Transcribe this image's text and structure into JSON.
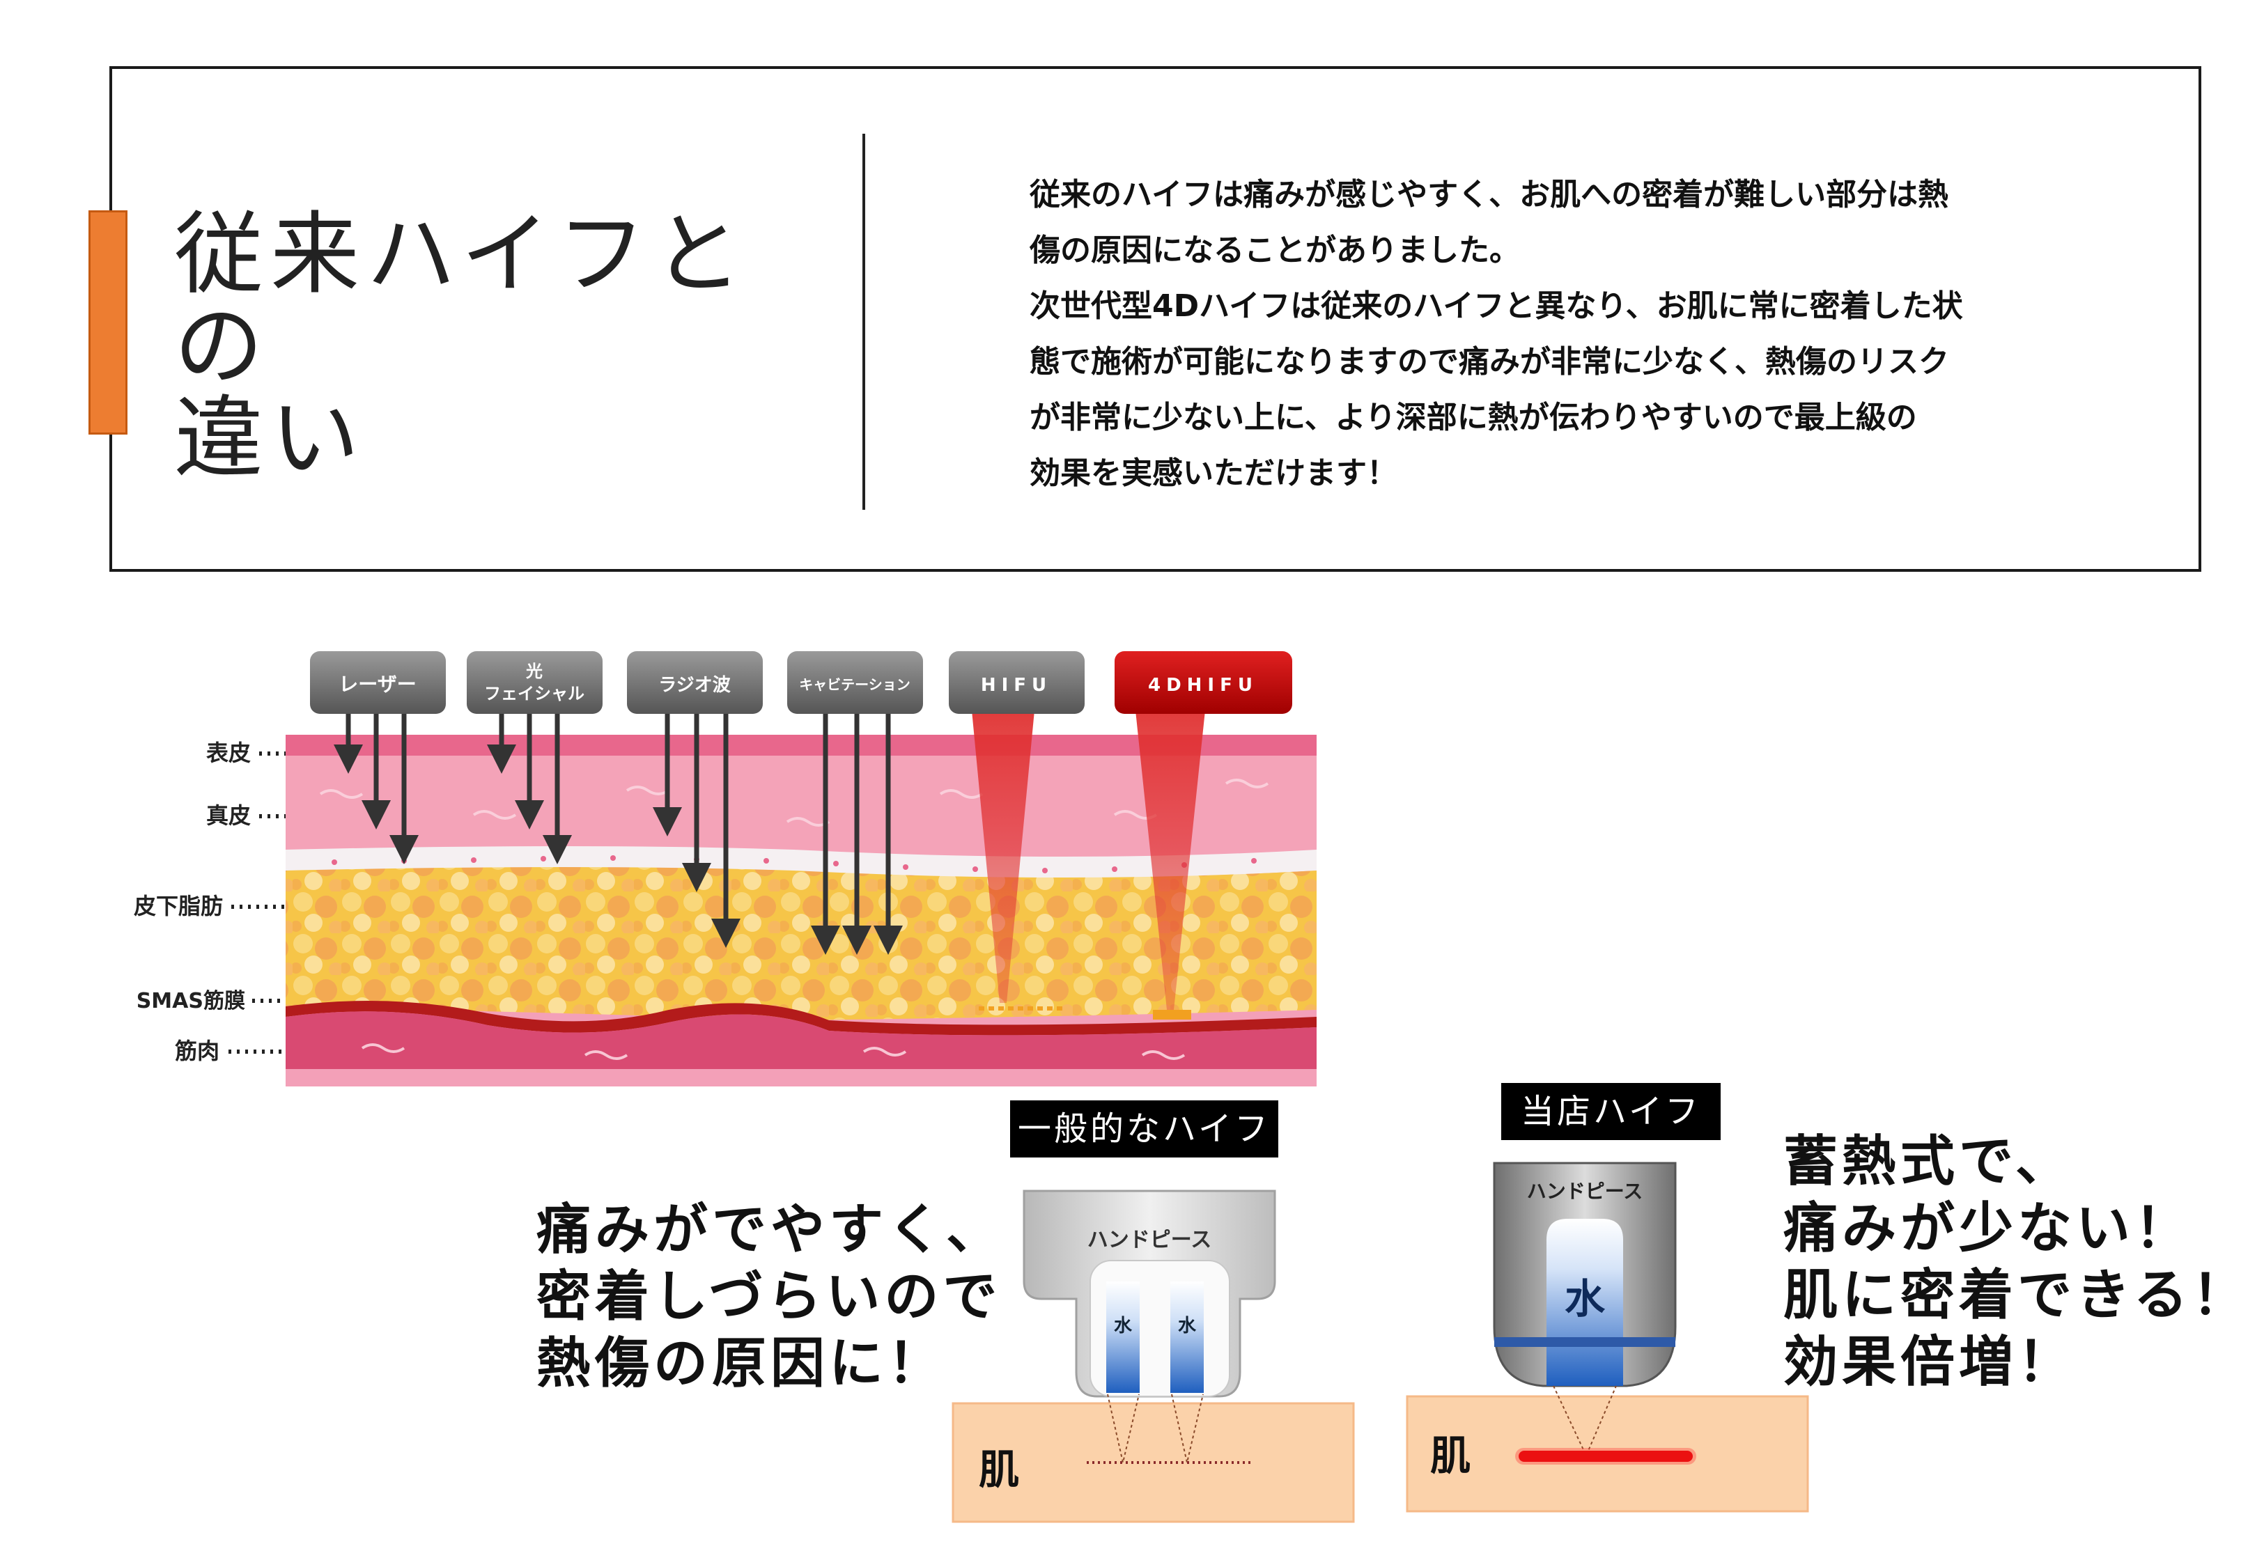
{
  "header": {
    "title_line1": "従来ハイフとの",
    "title_line2": "違い",
    "intro_lines": [
      "従来のハイフは痛みが感じやすく、お肌への密着が難しい部分は熱",
      "傷の原因になることがありました。",
      "次世代型4Dハイフは従来のハイフと異なり、お肌に常に密着した状",
      "態で施術が可能になりますので痛みが非常に少なく、熱傷のリスク",
      "が非常に少ない上に、より深部に熱が伝わりやすいので最上級の",
      "効果を実感いただけます！"
    ]
  },
  "diagram": {
    "layers": {
      "epidermis": "表皮",
      "dermis": "真皮",
      "fat": "皮下脂肪",
      "smas": "SMAS筋膜",
      "muscle": "筋肉"
    },
    "methods": {
      "laser": "レーザー",
      "light_line1": "光",
      "light_line2": "フェイシャル",
      "radio": "ラジオ波",
      "cavitation": "キャビテーション",
      "hifu": "HIFU",
      "hifu4d": "4DHIFU"
    }
  },
  "comparison": {
    "general": {
      "label": "一般的なハイフ",
      "handpiece": "ハンドピース",
      "water": "水",
      "skin": "肌",
      "caption": [
        "痛みがでやすく、",
        "密着しづらいので",
        "熱傷の原因に！"
      ]
    },
    "store": {
      "label": "当店ハイフ",
      "handpiece": "ハンドピース",
      "water": "水",
      "skin": "肌",
      "caption": [
        "蓄熱式で、",
        "痛みが少ない！",
        "肌に密着できる！",
        "効果倍増！"
      ]
    }
  },
  "colors": {
    "accent": "#ed7d31",
    "hifu4d_red": "#c00000",
    "skin_pink": "#e8678c",
    "fat_yellow": "#f7c24e",
    "water_blue": "#1f5fbf"
  }
}
